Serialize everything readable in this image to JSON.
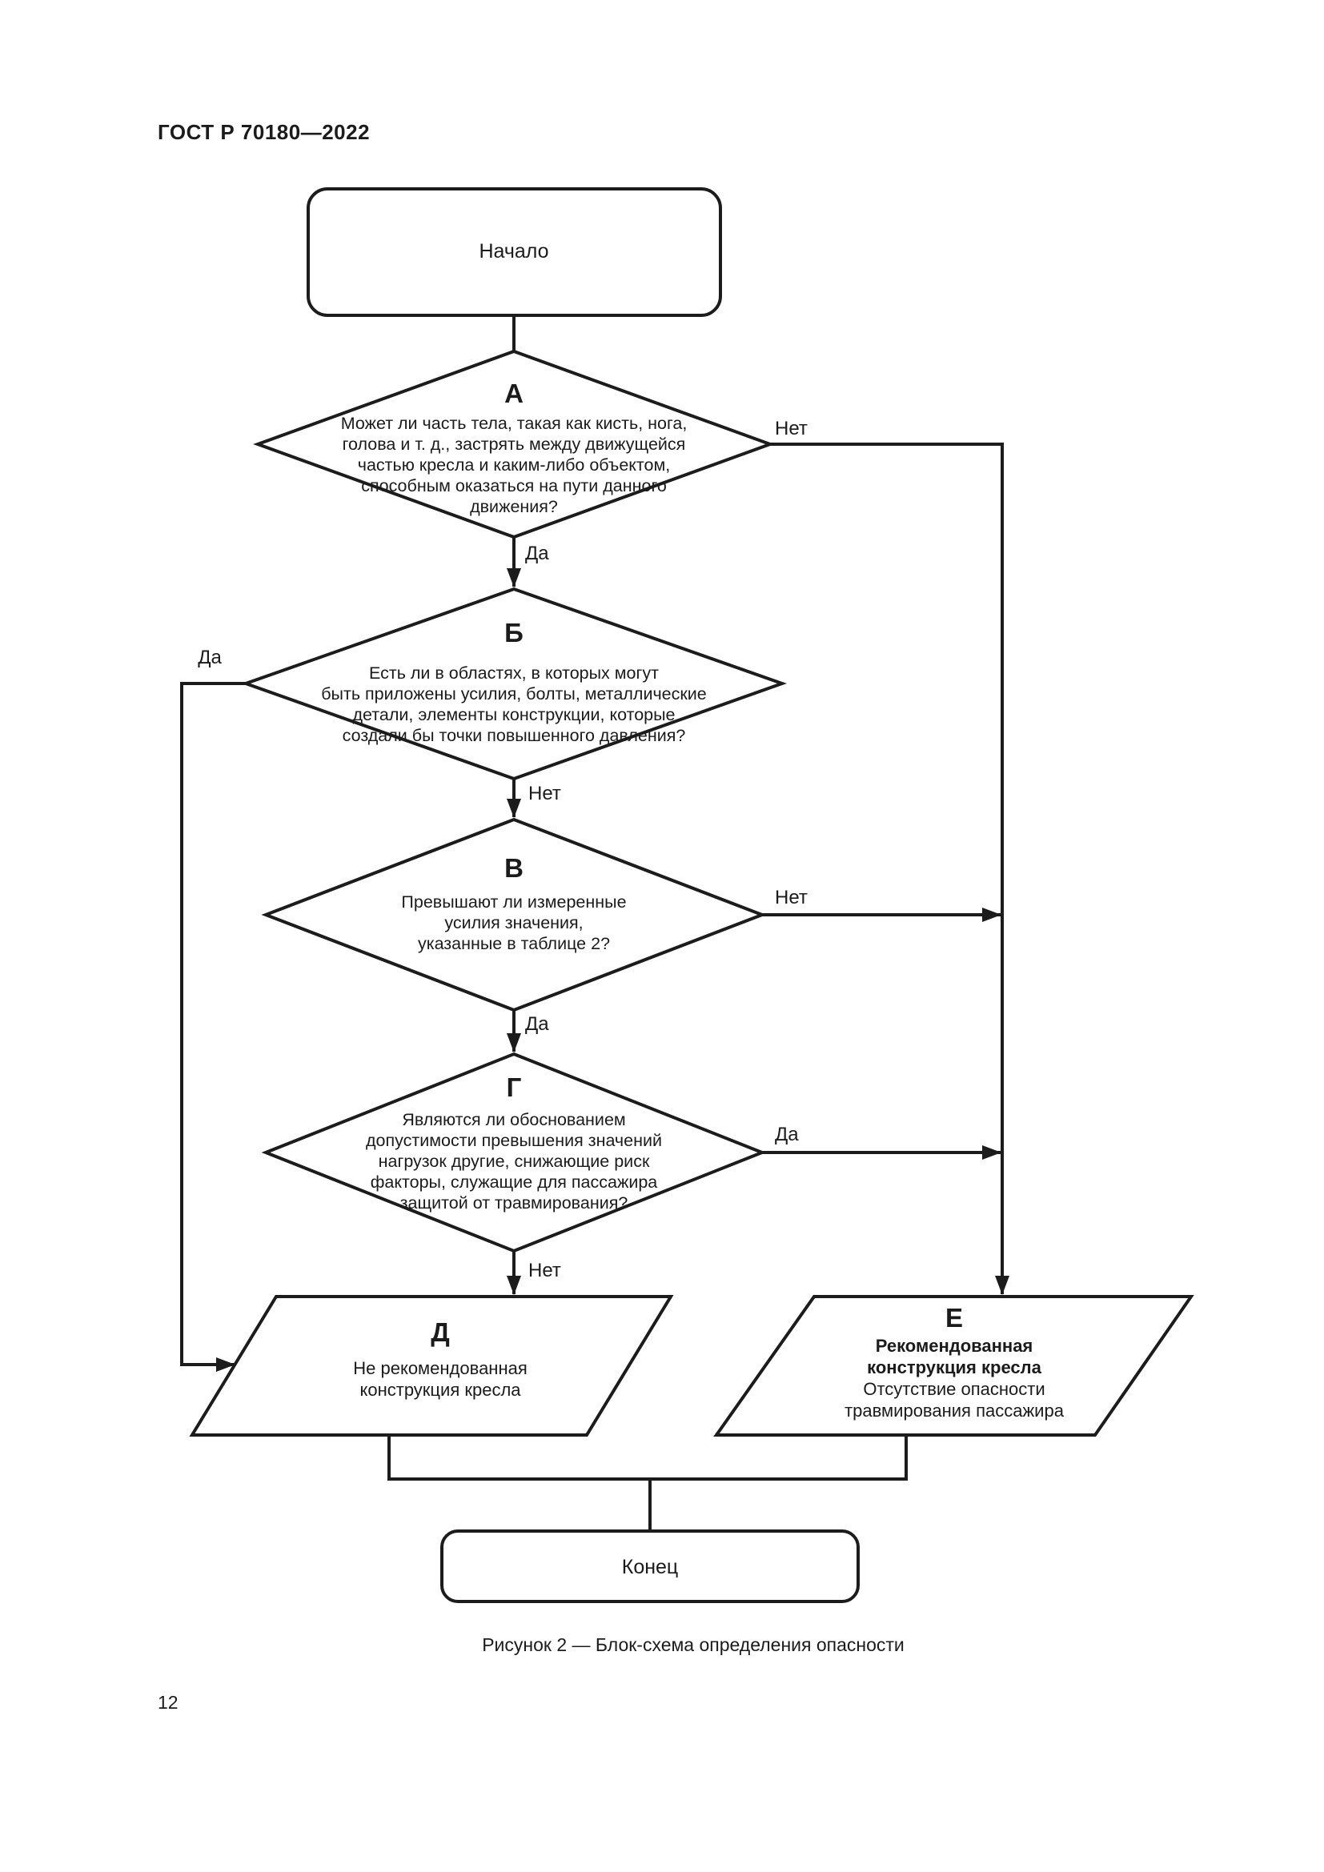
{
  "page": {
    "header": "ГОСТ Р 70180—2022",
    "caption": "Рисунок 2 — Блок-схема определения опасности",
    "number": "12"
  },
  "flowchart": {
    "start": {
      "label": "Начало"
    },
    "end": {
      "label": "Конец"
    },
    "decisions": {
      "a": {
        "id": "А",
        "question": "Может ли часть тела, такая как кисть, нога,\nголова и т. д., застрять между движущейся\nчастью кресла и каким-либо объектом,\nспособным оказаться на пути данного\nдвижения?",
        "yes": "Да",
        "no": "Нет"
      },
      "b": {
        "id": "Б",
        "question": "Есть ли в областях, в которых могут\nбыть приложены усилия, болты, металлические\nдетали, элементы конструкции, которые\nсоздали бы точки повышенного давления?",
        "yes": "Да",
        "no": "Нет"
      },
      "v": {
        "id": "В",
        "question": "Превышают ли измеренные\nусилия значения,\nуказанные в таблице 2?",
        "yes": "Да",
        "no": "Нет"
      },
      "g": {
        "id": "Г",
        "question": "Являются ли обоснованием\nдопустимости превышения значений\nнагрузок другие, снижающие риск\nфакторы, служащие для пассажира\nзащитой от травмирования?",
        "yes": "Да",
        "no": "Нет"
      }
    },
    "outputs": {
      "d": {
        "id": "Д",
        "text": "Не рекомендованная\nконструкция кресла"
      },
      "e": {
        "id": "Е",
        "title": "Рекомендованная\nконструкция кресла",
        "subtitle": "Отсутствие опасности\nтравмирования пассажира"
      }
    }
  },
  "colors": {
    "ink": "#1c1c1c",
    "paper": "#ffffff"
  }
}
